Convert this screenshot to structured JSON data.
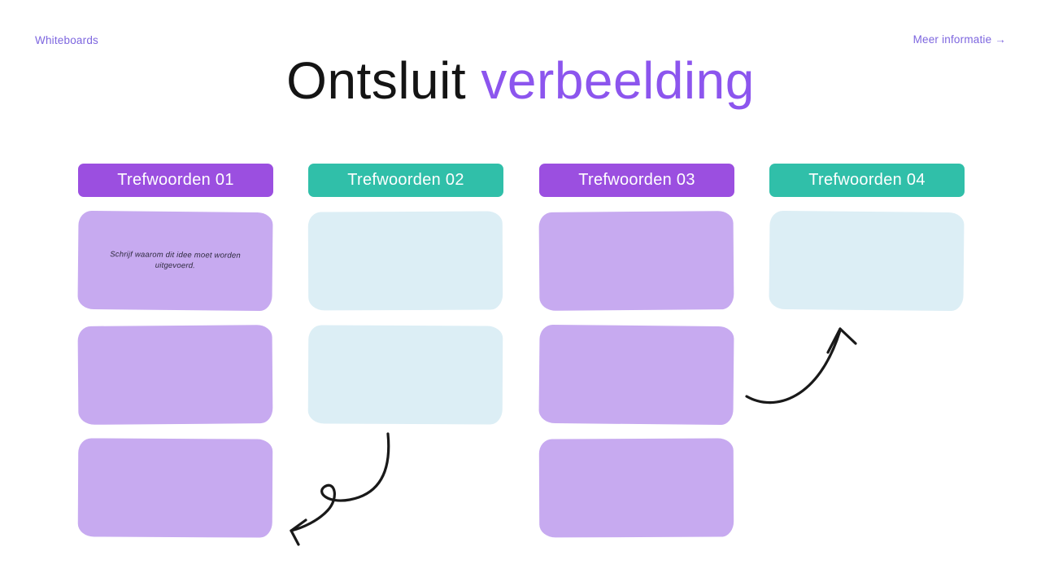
{
  "nav": {
    "left_link": "Whiteboards",
    "right_link": "Meer informatie →"
  },
  "title": {
    "black_part": "Ontsluit ",
    "accent_part": "verbeelding"
  },
  "colors": {
    "accent_purple": "#8c55ee",
    "link_purple": "#7d66df",
    "header_purple": "#9b4fe0",
    "header_teal": "#30bfa9",
    "card_purple": "#c7aaf0",
    "card_blue": "#dceef5",
    "arrow_black": "#191919",
    "note_text": "#2e2a3e"
  },
  "board": {
    "columns": [
      {
        "header": "Trefwoorden 01",
        "header_color": "purple",
        "cards": [
          {
            "color": "purple",
            "note": "Schrijf waarom dit idee moet worden uitgevoerd."
          },
          {
            "color": "purple",
            "note": ""
          },
          {
            "color": "purple",
            "note": ""
          }
        ]
      },
      {
        "header": "Trefwoorden 02",
        "header_color": "teal",
        "cards": [
          {
            "color": "blue",
            "note": ""
          },
          {
            "color": "blue",
            "note": ""
          }
        ]
      },
      {
        "header": "Trefwoorden 03",
        "header_color": "purple",
        "cards": [
          {
            "color": "purple",
            "note": ""
          },
          {
            "color": "purple",
            "note": ""
          },
          {
            "color": "purple",
            "note": ""
          }
        ]
      },
      {
        "header": "Trefwoorden 04",
        "header_color": "teal",
        "cards": [
          {
            "color": "blue",
            "note": ""
          }
        ]
      }
    ]
  },
  "icons": {
    "swirl_arrow": "hand-drawn curled arrow pointing down-left",
    "curve_arrow": "hand-drawn curved arrow pointing up-right"
  }
}
